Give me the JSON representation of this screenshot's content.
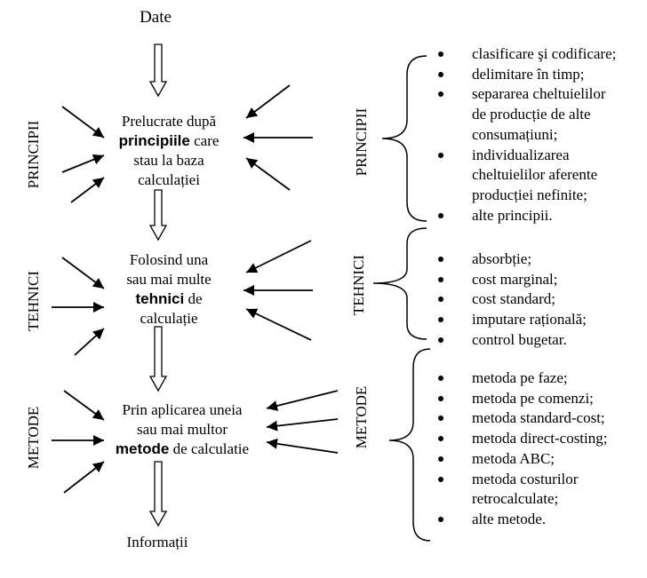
{
  "top_label": "Date",
  "bottom_label": "Informații",
  "stages": [
    {
      "side_label": "PRINCIPII",
      "text_lines": [
        [
          {
            "t": "Prelucrate după",
            "b": false
          }
        ],
        [
          {
            "t": "principiile",
            "b": true
          },
          {
            "t": " care",
            "b": false
          }
        ],
        [
          {
            "t": "stau la baza",
            "b": false
          }
        ],
        [
          {
            "t": "calculației",
            "b": false
          }
        ]
      ]
    },
    {
      "side_label": "TEHNICI",
      "text_lines": [
        [
          {
            "t": "Folosind una",
            "b": false
          }
        ],
        [
          {
            "t": "sau mai multe",
            "b": false
          }
        ],
        [
          {
            "t": "tehnici",
            "b": true
          },
          {
            "t": " de",
            "b": false
          }
        ],
        [
          {
            "t": "calculație",
            "b": false
          }
        ]
      ]
    },
    {
      "side_label": "METODE",
      "text_lines": [
        [
          {
            "t": "Prin aplicarea uneia",
            "b": false
          }
        ],
        [
          {
            "t": "sau mai multor",
            "b": false
          }
        ],
        [
          {
            "t": "metode",
            "b": true
          },
          {
            "t": " de calculatie",
            "b": false
          }
        ]
      ]
    }
  ],
  "groups": [
    {
      "label": "PRINCIPII",
      "items": [
        [
          "clasificare şi codificare;"
        ],
        [
          "delimitare în timp;"
        ],
        [
          "separarea cheltuielilor",
          "de  producție de alte",
          "consumațiuni;"
        ],
        [
          "individualizarea",
          "cheltuielilor aferente",
          "producției nefinite;"
        ],
        [
          "alte principii."
        ]
      ]
    },
    {
      "label": "TEHNICI",
      "items": [
        [
          "absorbție;"
        ],
        [
          "cost marginal;"
        ],
        [
          "cost standard;"
        ],
        [
          "imputare rațională;"
        ],
        [
          "control bugetar."
        ]
      ]
    },
    {
      "label": "METODE",
      "items": [
        [
          "metoda pe faze;"
        ],
        [
          "metoda pe comenzi;"
        ],
        [
          "metoda standard-cost;"
        ],
        [
          "metoda direct-costing;"
        ],
        [
          "metoda ABC;"
        ],
        [
          "metoda costurilor",
          "retrocalculate;"
        ],
        [
          "alte metode."
        ]
      ]
    }
  ]
}
